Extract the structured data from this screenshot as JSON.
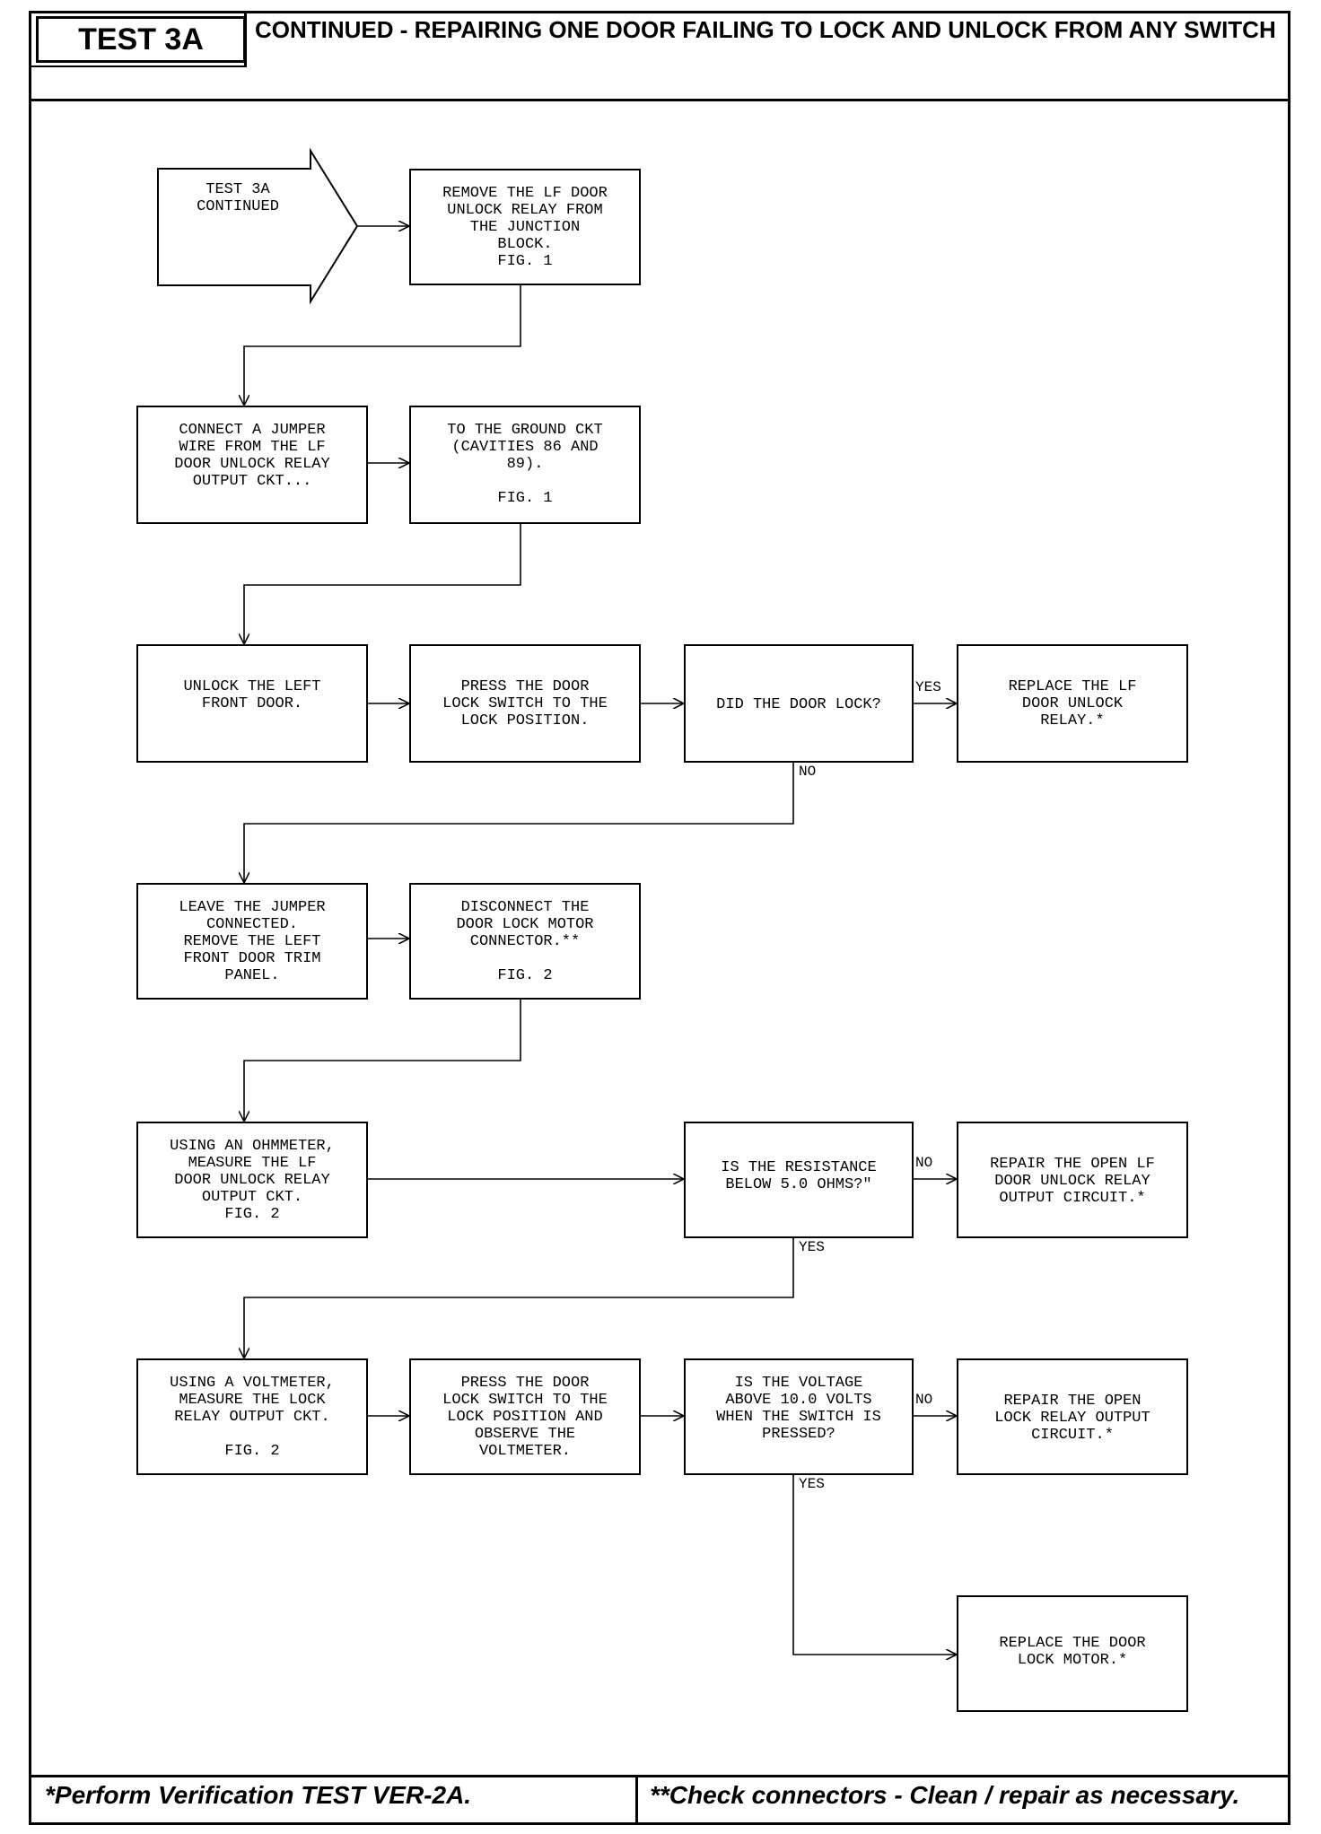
{
  "header": {
    "test_id": "TEST 3A",
    "title": "CONTINUED - REPAIRING ONE DOOR FAILING TO LOCK AND UNLOCK FROM ANY SWITCH"
  },
  "start": {
    "label": "TEST 3A\nCONTINUED"
  },
  "steps": {
    "remove_relay": "REMOVE THE LF DOOR\nUNLOCK RELAY FROM\nTHE JUNCTION\nBLOCK.\nFIG. 1",
    "connect_jumper": "CONNECT A JUMPER\nWIRE FROM THE LF\nDOOR UNLOCK RELAY\nOUTPUT CKT...",
    "to_ground": "TO THE GROUND CKT\n(CAVITIES 86 AND\n89).\n\nFIG. 1",
    "unlock_door": "UNLOCK THE LEFT\nFRONT DOOR.",
    "press_switch_lock": "PRESS THE DOOR\nLOCK SWITCH TO THE\nLOCK POSITION.",
    "did_door_lock": "DID THE DOOR LOCK?",
    "replace_relay": "REPLACE THE LF\nDOOR UNLOCK\nRELAY.*",
    "leave_jumper": "LEAVE THE JUMPER\nCONNECTED.\nREMOVE THE LEFT\nFRONT DOOR TRIM\nPANEL.",
    "disconnect_motor": "DISCONNECT THE\nDOOR LOCK MOTOR\nCONNECTOR.**\n\nFIG. 2",
    "using_ohmmeter": "USING AN OHMMETER,\nMEASURE THE LF\nDOOR UNLOCK RELAY\nOUTPUT CKT.\nFIG. 2",
    "is_resistance": "IS THE RESISTANCE\nBELOW 5.0 OHMS?\"",
    "repair_lf_circuit": "REPAIR THE OPEN LF\nDOOR UNLOCK RELAY\nOUTPUT CIRCUIT.*",
    "using_voltmeter": "USING A VOLTMETER,\nMEASURE THE LOCK\nRELAY OUTPUT CKT.\n\nFIG. 2",
    "press_observe": "PRESS THE DOOR\nLOCK SWITCH TO THE\nLOCK POSITION AND\nOBSERVE THE\nVOLTMETER.",
    "is_voltage": "IS THE VOLTAGE\nABOVE 10.0 VOLTS\nWHEN THE SWITCH IS\nPRESSED?",
    "repair_lock_circuit": "REPAIR THE OPEN\nLOCK RELAY OUTPUT\nCIRCUIT.*",
    "replace_motor": "REPLACE THE DOOR\nLOCK MOTOR.*"
  },
  "labels": {
    "yes1": "YES",
    "no1": "NO",
    "no2": "NO",
    "yes2": "YES",
    "no3": "NO",
    "yes3": "YES"
  },
  "footer": {
    "left": "*Perform Verification TEST VER-2A.",
    "right": "**Check connectors - Clean / repair as necessary."
  }
}
